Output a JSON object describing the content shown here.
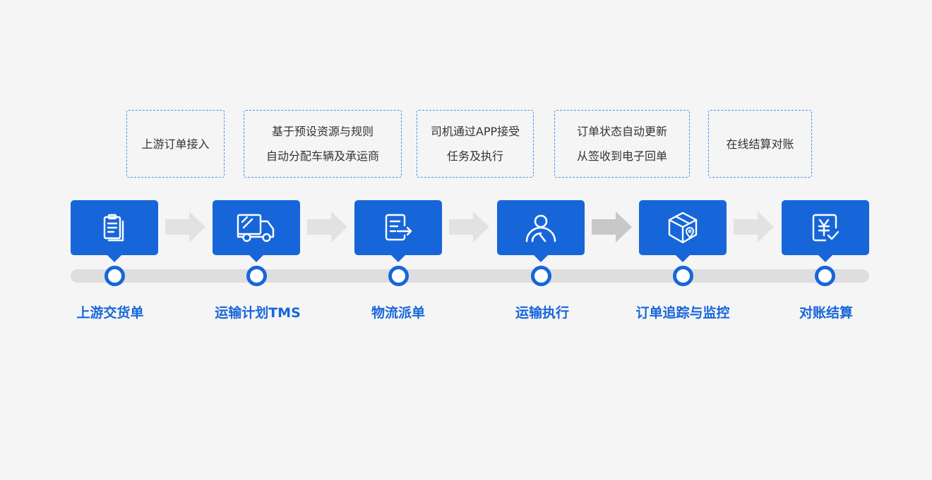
{
  "colors": {
    "accent": "#1766d9",
    "dashed_border": "#4a8ef0",
    "track": "#dedee0",
    "arrow": "#e2e2e4",
    "arrow_active": "#c8c8ca",
    "background": "#f5f5f6",
    "text": "#333333"
  },
  "steps": [
    {
      "label": "上游交货单",
      "icon": "clipboard-icon",
      "desc": [
        "上游订单接入"
      ]
    },
    {
      "label": "运输计划TMS",
      "icon": "truck-icon",
      "desc": [
        "基于预设资源与规则",
        "自动分配车辆及承运商"
      ]
    },
    {
      "label": "物流派单",
      "icon": "dispatch-document-icon",
      "desc": [
        "司机通过APP接受",
        "任务及执行"
      ]
    },
    {
      "label": "运输执行",
      "icon": "driver-icon",
      "desc": [
        "订单状态自动更新",
        "从签收到电子回单"
      ]
    },
    {
      "label": "订单追踪与监控",
      "icon": "package-location-icon",
      "desc": [
        "在线结算对账"
      ]
    },
    {
      "label": "对账结算",
      "icon": "yuan-check-icon",
      "desc": []
    }
  ]
}
